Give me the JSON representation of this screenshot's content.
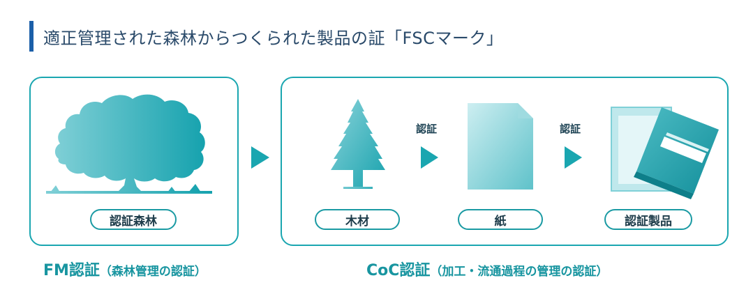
{
  "title": "適正管理された森林からつくられた製品の証「FSCマーク」",
  "fm": {
    "pill": "認証森林",
    "caption_main": "FM認証",
    "caption_sub": "（森林管理の認証）"
  },
  "coc": {
    "pills": [
      "木材",
      "紙",
      "認証製品"
    ],
    "cert_labels": [
      "認証",
      "認証"
    ],
    "caption_main": "CoC認証",
    "caption_sub": "（加工・流通過程の管理の認証）"
  },
  "colors": {
    "accent": "#1aa6b0",
    "title_bar": "#1b5fa8",
    "caption": "#1895a0"
  },
  "icons": [
    "broadleaf-tree-icon",
    "conifer-tree-icon",
    "paper-sheet-icon",
    "book-product-icon",
    "arrow-right-icon"
  ]
}
